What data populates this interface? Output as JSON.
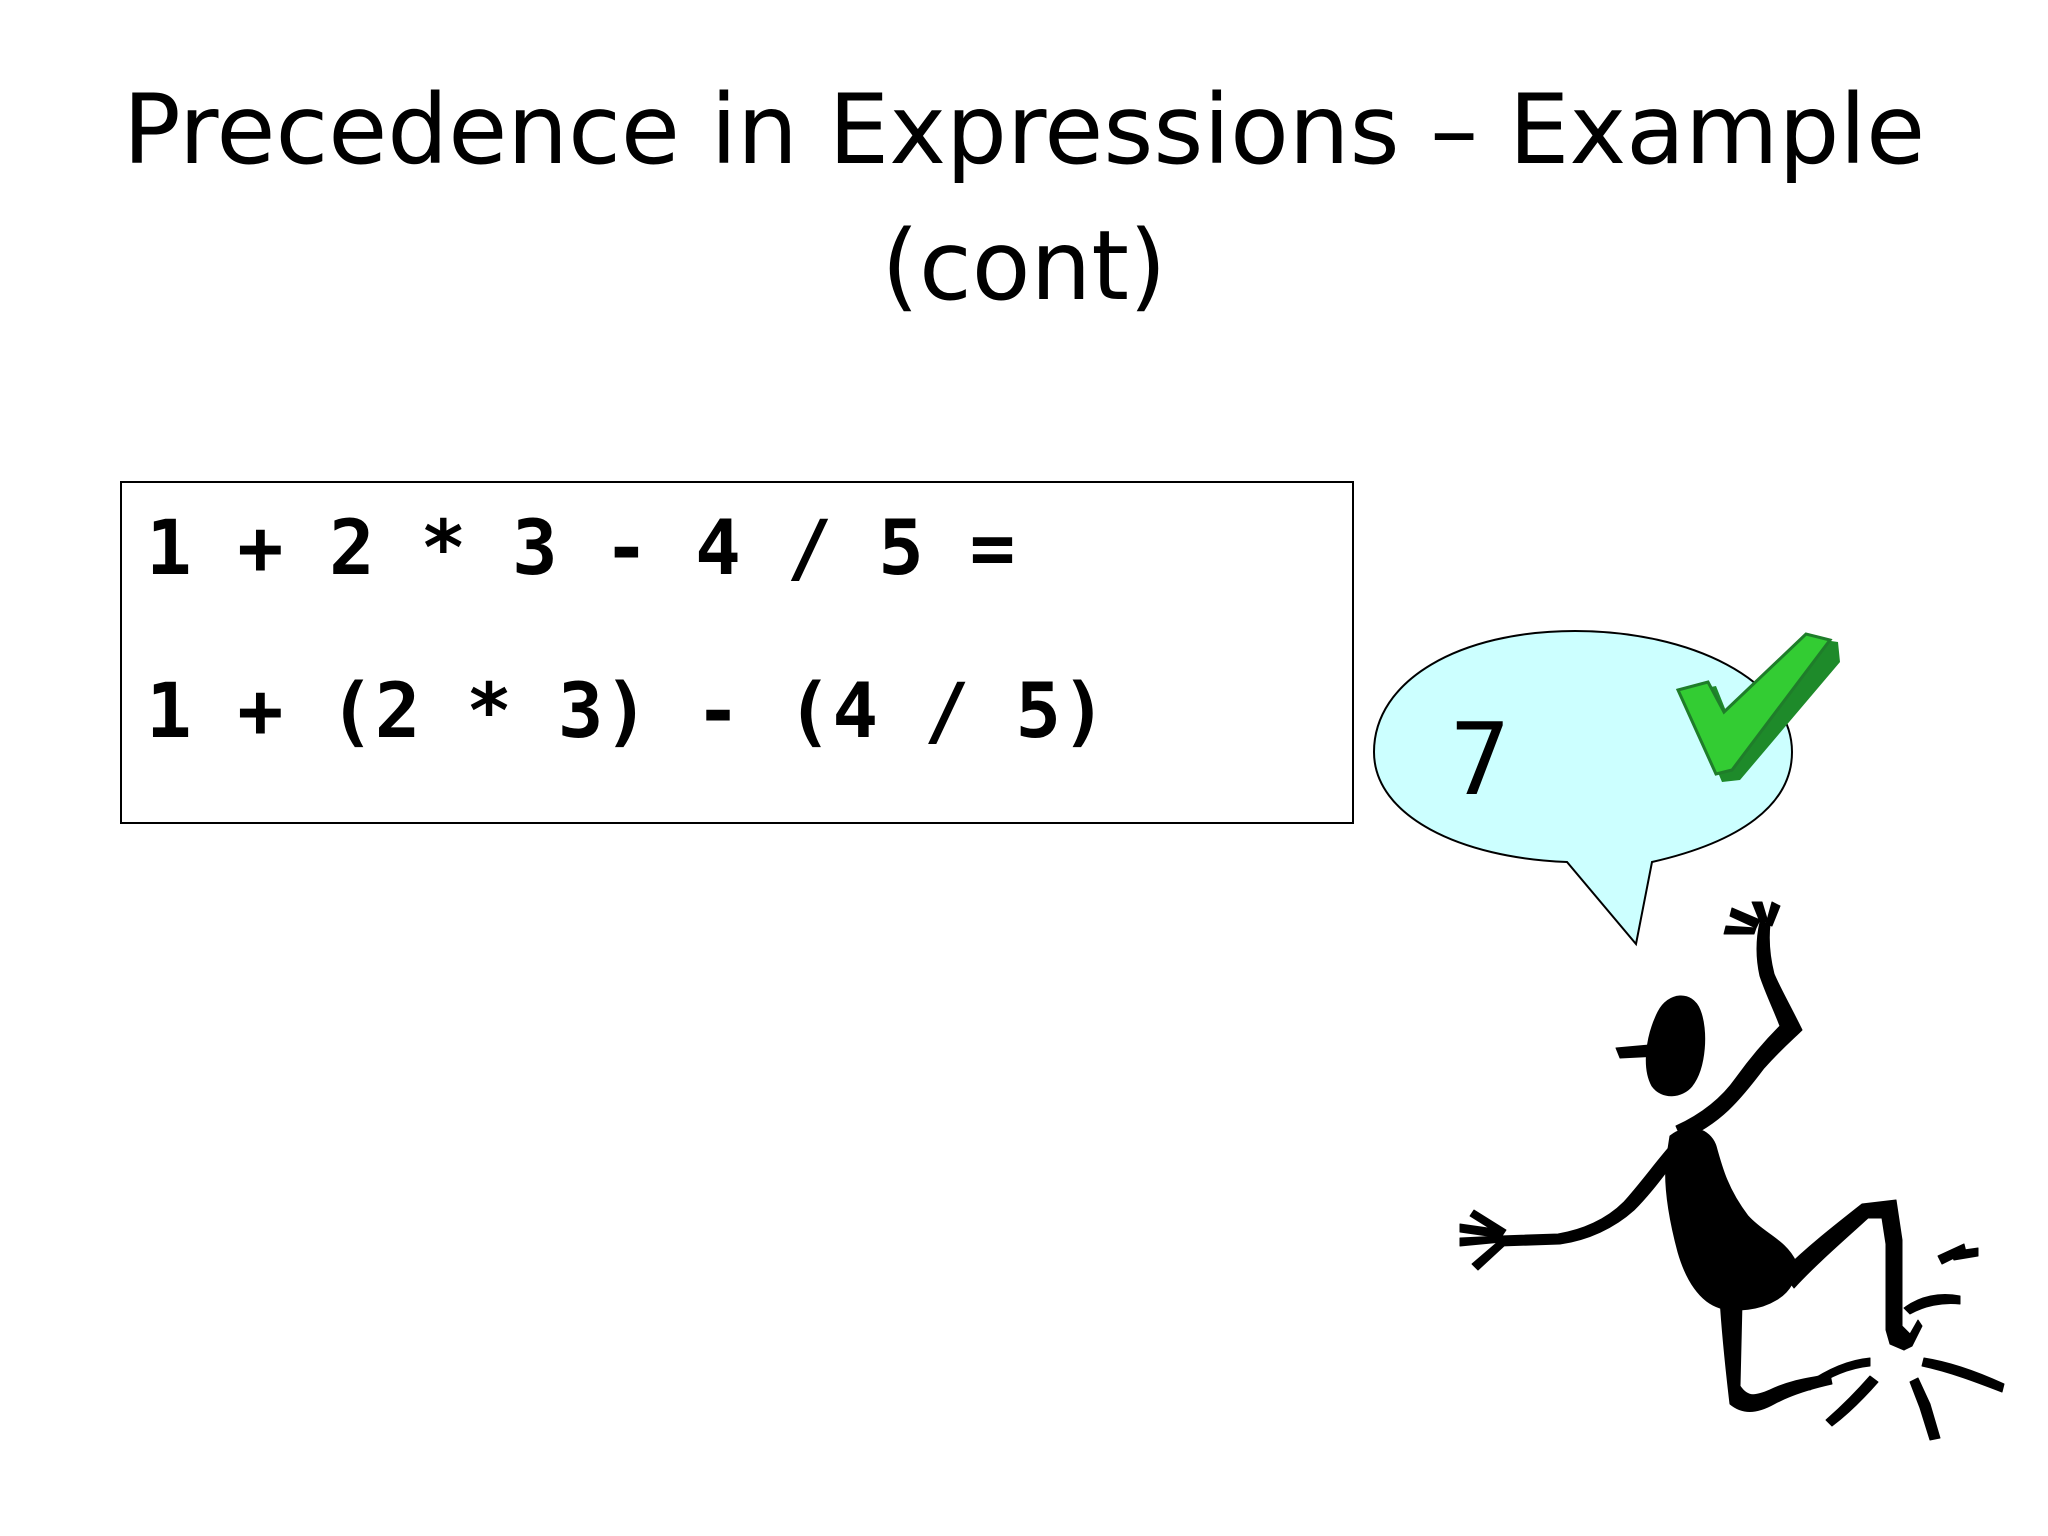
{
  "slide": {
    "title_line1": "Precedence in Expressions – Example",
    "title_line2": "(cont)",
    "expression_original": "1 + 2 * 3 - 4 / 5 =",
    "expression_grouped": "1 + (2 * 3) - (4 / 5)",
    "answer": "7",
    "bubble_color": "#ccffff",
    "check_color": "#33cc33"
  }
}
